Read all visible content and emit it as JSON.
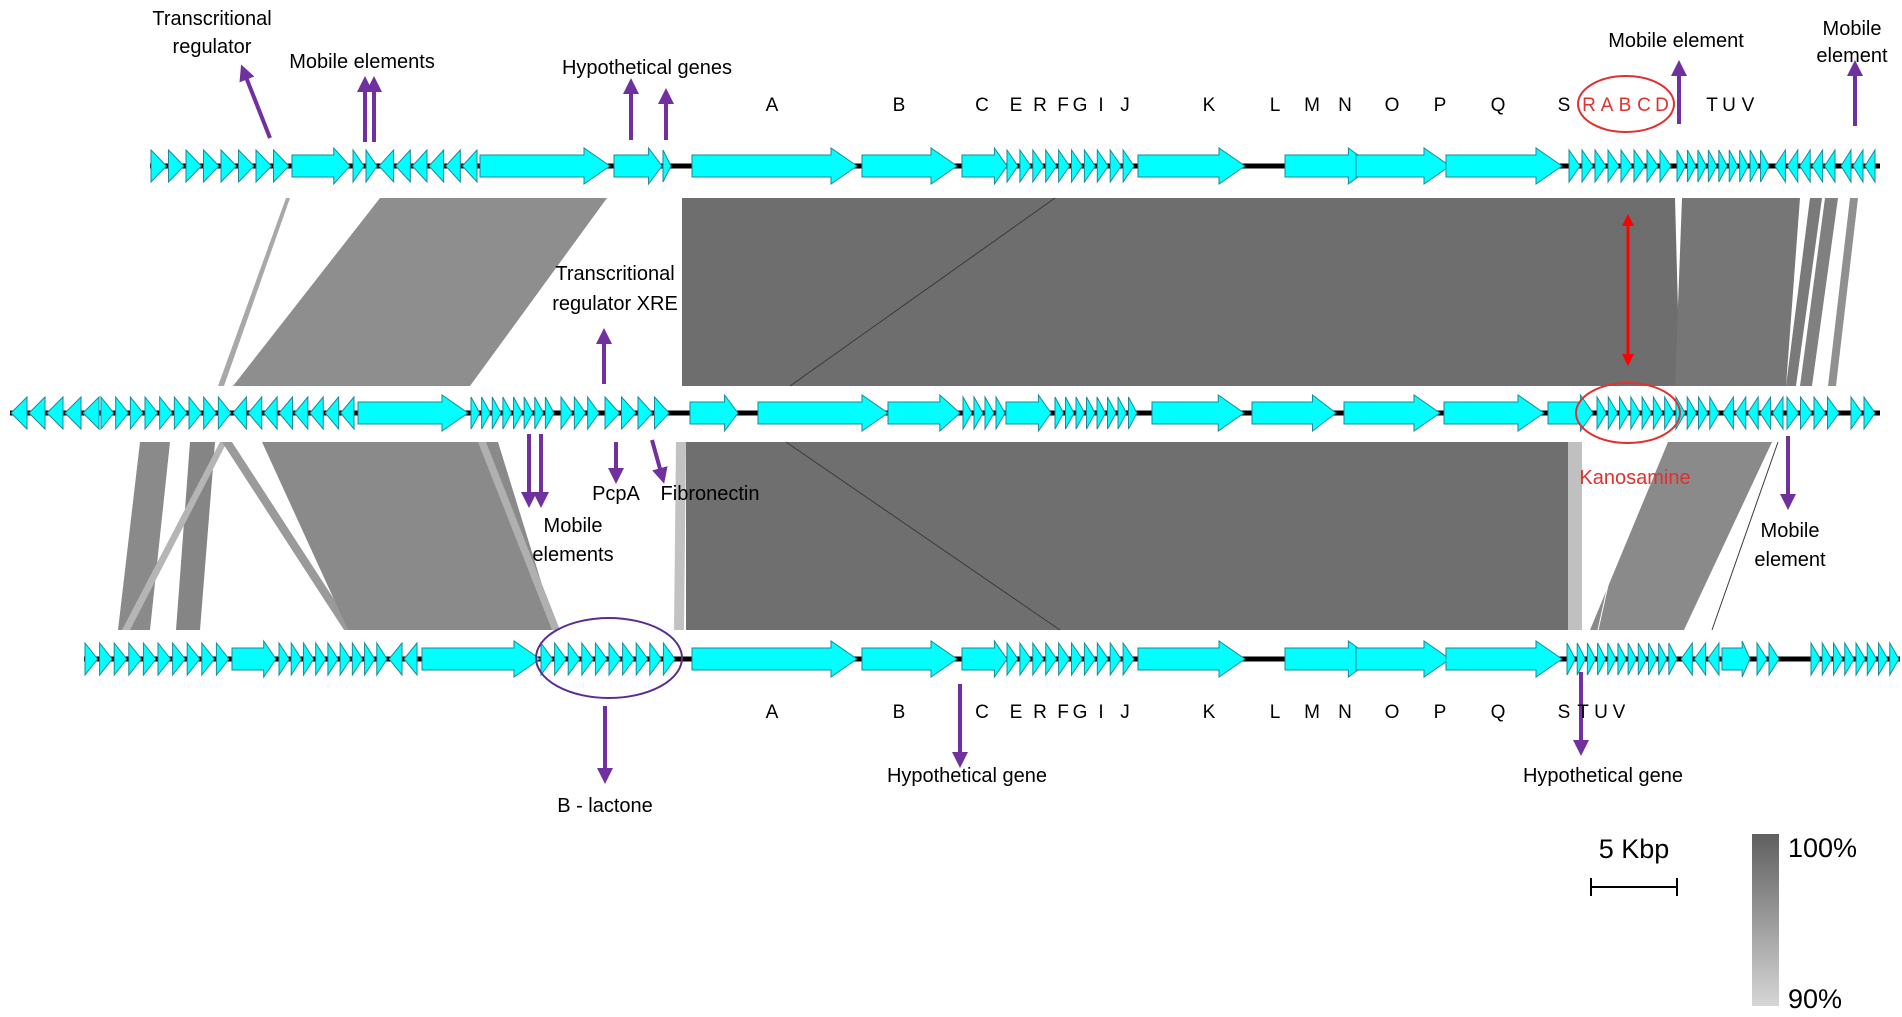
{
  "annotations": {
    "transcriptional_regulator": "Transcritional\nregulator",
    "mobile_elements_top": "Mobile elements",
    "hypothetical_genes": "Hypothetical genes",
    "mobile_element_top_right": "Mobile element",
    "mobile_element_far_right": "Mobile\nelement",
    "transcriptional_regulator_xre": "Transcritional\nregulator XRE",
    "pcpa": "PcpA",
    "fibronectin": "Fibronectin",
    "mobile_elements_mid": "Mobile\nelements",
    "kanosamine": "Kanosamine",
    "mobile_element_mid_right": "Mobile\nelement",
    "b_lactone": "B - lactone",
    "hypothetical_gene_1": "Hypothetical gene",
    "hypothetical_gene_2": "Hypothetical gene"
  },
  "cluster_letters_top": [
    "A",
    "B",
    "C",
    "E",
    "R",
    "F",
    "G",
    "I",
    "J",
    "K",
    "L",
    "M",
    "N",
    "O",
    "P",
    "Q",
    "S"
  ],
  "kanosamine_letters": [
    "R",
    "A",
    "B",
    "C",
    "D"
  ],
  "cluster_letters_top_tail": [
    "T",
    "U",
    "V"
  ],
  "cluster_letters_bottom": [
    "A",
    "B",
    "C",
    "E",
    "R",
    "F",
    "G",
    "I",
    "J",
    "K",
    "L",
    "M",
    "N",
    "O",
    "P",
    "Q",
    "S",
    "T",
    "U",
    "V"
  ],
  "scale_bar": {
    "label": "5 Kbp"
  },
  "identity_legend": {
    "max_label": "100%",
    "min_label": "90%"
  },
  "colors": {
    "gene_fill": "#00FFFF",
    "gene_stroke": "#1a8a9a",
    "backbone": "#000000",
    "annotation_arrow": "#7030A0",
    "highlight_red": "#FF0000",
    "highlight_purple": "#5B2C8F",
    "match_dark": "#707070",
    "match_mid": "#8c8c8c",
    "match_light": "#bdbdbd",
    "red_text": "#E03030"
  }
}
